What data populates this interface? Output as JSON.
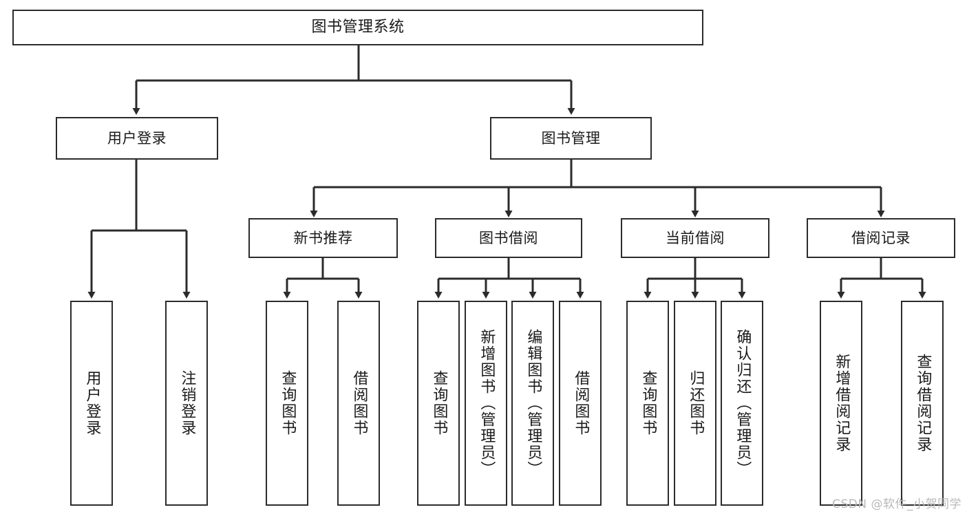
{
  "diagram": {
    "type": "hierarchy-tree",
    "title": "图书管理系统",
    "watermark": "CSDN @软件_小贺同学",
    "colors": {
      "stroke": "#2b2b2b",
      "fill": "#ffffff",
      "text": "#1a1a1a",
      "watermark": "#b8b8b8"
    },
    "nodes": {
      "root": {
        "label": "图书管理系统"
      },
      "level2": [
        {
          "label": "用户登录"
        },
        {
          "label": "图书管理"
        }
      ],
      "level3": [
        {
          "label": "新书推荐"
        },
        {
          "label": "图书借阅"
        },
        {
          "label": "当前借阅"
        },
        {
          "label": "借阅记录"
        }
      ],
      "leaves": {
        "user_login": [
          {
            "label": "用户登录"
          },
          {
            "label": "注销登录"
          }
        ],
        "new_book_recommend": [
          {
            "label": "查询图书"
          },
          {
            "label": "借阅图书"
          }
        ],
        "book_borrow": [
          {
            "label": "查询图书"
          },
          {
            "label": "新增图书（管理员）"
          },
          {
            "label": "编辑图书（管理员）"
          },
          {
            "label": "借阅图书"
          }
        ],
        "current_borrow": [
          {
            "label": "查询图书"
          },
          {
            "label": "归还图书"
          },
          {
            "label": "确认归还（管理员）"
          }
        ],
        "borrow_record": [
          {
            "label": "新增借阅记录"
          },
          {
            "label": "查询借阅记录"
          }
        ]
      }
    }
  }
}
